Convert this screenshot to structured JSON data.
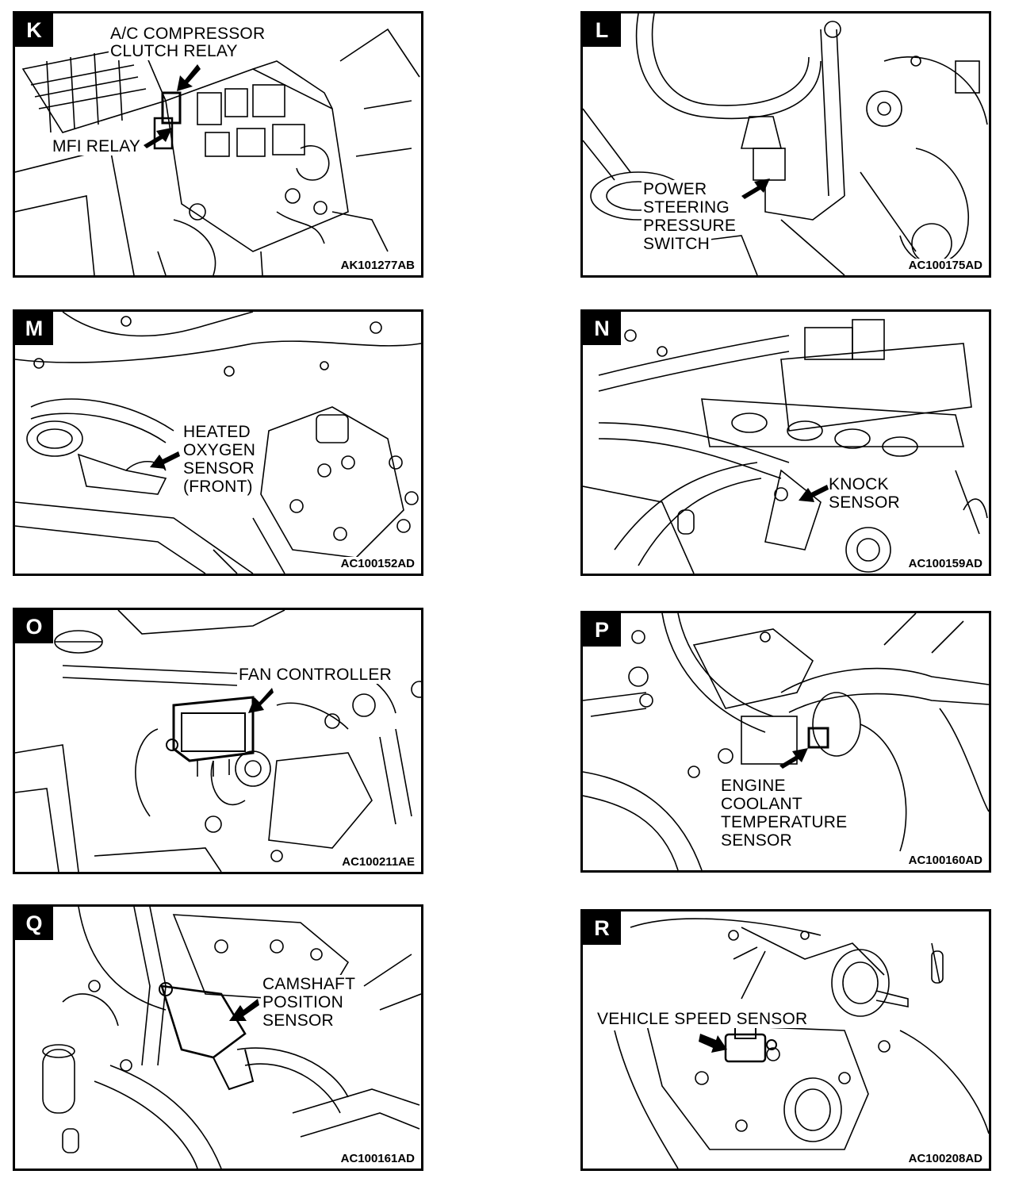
{
  "panels": [
    {
      "letter": "K",
      "labels": [
        "A/C COMPRESSOR",
        "CLUTCH RELAY",
        "MFI RELAY"
      ],
      "code": "AK101277AB"
    },
    {
      "letter": "L",
      "labels": [
        "POWER",
        "STEERING",
        "PRESSURE",
        "SWITCH"
      ],
      "code": "AC100175AD"
    },
    {
      "letter": "M",
      "labels": [
        "HEATED",
        "OXYGEN",
        "SENSOR",
        "(FRONT)"
      ],
      "code": "AC100152AD"
    },
    {
      "letter": "N",
      "labels": [
        "KNOCK",
        "SENSOR"
      ],
      "code": "AC100159AD"
    },
    {
      "letter": "O",
      "labels": [
        "FAN CONTROLLER"
      ],
      "code": "AC100211AE"
    },
    {
      "letter": "P",
      "labels": [
        "ENGINE",
        "COOLANT",
        "TEMPERATURE",
        "SENSOR"
      ],
      "code": "AC100160AD"
    },
    {
      "letter": "Q",
      "labels": [
        "CAMSHAFT",
        "POSITION",
        "SENSOR"
      ],
      "code": "AC100161AD"
    },
    {
      "letter": "R",
      "labels": [
        "VEHICLE SPEED SENSOR"
      ],
      "code": "AC100208AD"
    }
  ],
  "colors": {
    "ink": "#000000",
    "paper": "#ffffff"
  }
}
